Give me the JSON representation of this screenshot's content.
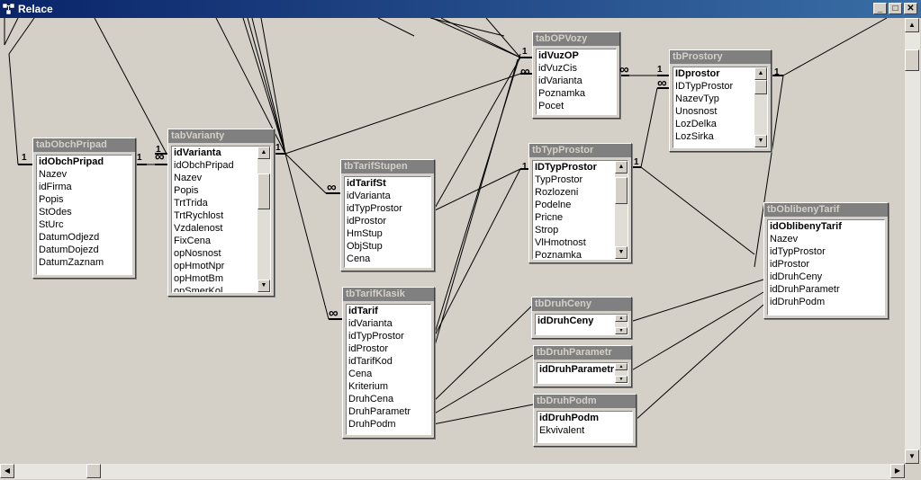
{
  "window": {
    "title": "Relace",
    "buttons": {
      "minimize": "_",
      "maximize": "□",
      "close": "✕"
    }
  },
  "tables": [
    {
      "id": "tabObchPripad",
      "title": "tabObchPripad",
      "scroll": false,
      "fields": [
        {
          "name": "idObchPripad",
          "pk": true
        },
        {
          "name": "Nazev"
        },
        {
          "name": "idFirma"
        },
        {
          "name": "Popis"
        },
        {
          "name": "StOdes"
        },
        {
          "name": "StUrc"
        },
        {
          "name": "DatumOdjezd"
        },
        {
          "name": "DatumDojezd"
        },
        {
          "name": "DatumZaznam"
        }
      ]
    },
    {
      "id": "tabVarianty",
      "title": "tabVarianty",
      "scroll": true,
      "fields": [
        {
          "name": "idVarianta",
          "pk": true
        },
        {
          "name": "idObchPripad"
        },
        {
          "name": "Nazev"
        },
        {
          "name": "Popis"
        },
        {
          "name": "TrtTrida"
        },
        {
          "name": "TrtRychlost"
        },
        {
          "name": "Vzdalenost"
        },
        {
          "name": "FixCena"
        },
        {
          "name": "opNosnost"
        },
        {
          "name": "opHmotNpr"
        },
        {
          "name": "opHmotBm"
        },
        {
          "name": "opSmerKol"
        }
      ]
    },
    {
      "id": "tbTarifStupen",
      "title": "tbTarifStupen",
      "scroll": false,
      "fields": [
        {
          "name": "idTarifSt",
          "pk": true
        },
        {
          "name": "idVarianta"
        },
        {
          "name": "idTypProstor"
        },
        {
          "name": "idProstor"
        },
        {
          "name": "HmStup"
        },
        {
          "name": "ObjStup"
        },
        {
          "name": "Cena"
        }
      ]
    },
    {
      "id": "tbTarifKlasik",
      "title": "tbTarifKlasik",
      "scroll": false,
      "fields": [
        {
          "name": "idTarif",
          "pk": true
        },
        {
          "name": "idVarianta"
        },
        {
          "name": "idTypProstor"
        },
        {
          "name": "idProstor"
        },
        {
          "name": "idTarifKod"
        },
        {
          "name": "Cena"
        },
        {
          "name": "Kriterium"
        },
        {
          "name": "DruhCena"
        },
        {
          "name": "DruhParametr"
        },
        {
          "name": "DruhPodm"
        }
      ]
    },
    {
      "id": "tabOPVozy",
      "title": "tabOPVozy",
      "scroll": false,
      "fields": [
        {
          "name": "idVuzOP",
          "pk": true
        },
        {
          "name": "idVuzCis"
        },
        {
          "name": "idVarianta"
        },
        {
          "name": "Poznamka"
        },
        {
          "name": "Pocet"
        }
      ]
    },
    {
      "id": "tbProstory",
      "title": "tbProstory",
      "scroll": true,
      "fields": [
        {
          "name": "IDprostor",
          "pk": true
        },
        {
          "name": "IDTypProstor"
        },
        {
          "name": "NazevTyp"
        },
        {
          "name": "Unosnost"
        },
        {
          "name": "LozDelka"
        },
        {
          "name": "LozSirka"
        }
      ]
    },
    {
      "id": "tbTypProstor",
      "title": "tbTypProstor",
      "scroll": true,
      "fields": [
        {
          "name": "IDTypProstor",
          "pk": true
        },
        {
          "name": "TypProstor"
        },
        {
          "name": "Rozlozeni"
        },
        {
          "name": "Podelne"
        },
        {
          "name": "Pricne"
        },
        {
          "name": "Strop"
        },
        {
          "name": "VlHmotnost"
        },
        {
          "name": "Poznamka"
        }
      ]
    },
    {
      "id": "tbOblibenyTarif",
      "title": "tbOblibenyTarif",
      "scroll": false,
      "fields": [
        {
          "name": "idOblibenyTarif",
          "pk": true
        },
        {
          "name": "Nazev"
        },
        {
          "name": "idTypProstor"
        },
        {
          "name": "idProstor"
        },
        {
          "name": "idDruhCeny"
        },
        {
          "name": "idDruhParametr"
        },
        {
          "name": "idDruhPodm"
        }
      ]
    },
    {
      "id": "tbDruhCeny",
      "title": "tbDruhCeny",
      "scroll": true,
      "fields": [
        {
          "name": "idDruhCeny",
          "pk": true
        }
      ]
    },
    {
      "id": "tbDruhParametr",
      "title": "tbDruhParametr",
      "scroll": true,
      "fields": [
        {
          "name": "idDruhParametr",
          "pk": true
        }
      ]
    },
    {
      "id": "tbDruhPodm",
      "title": "tbDruhPodm",
      "scroll": false,
      "fields": [
        {
          "name": "idDruhPodm",
          "pk": true
        },
        {
          "name": "Ekvivalent"
        }
      ]
    }
  ],
  "relationship_labels": {
    "one": "1",
    "many": "∞"
  },
  "colors": {
    "titlebar_start": "#0a246a",
    "titlebar_end": "#3a6ea5",
    "background": "#d4d0c8",
    "caption": "#808080",
    "line": "#000000"
  }
}
